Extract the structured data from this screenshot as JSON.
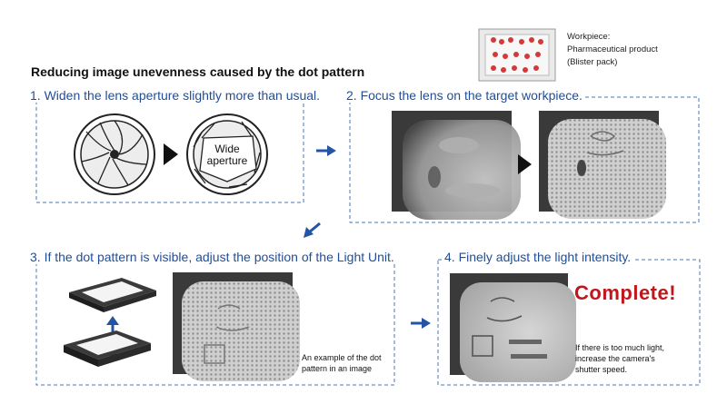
{
  "title": "Reducing image unevenness caused by the dot pattern",
  "workpiece": {
    "line1": "Workpiece:",
    "line2": "Pharmaceutical product",
    "line3": "(Blister pack)"
  },
  "steps": [
    {
      "label": "1. Widen the lens aperture slightly more than usual.",
      "aperture_text_1": "Wide",
      "aperture_text_2": "aperture"
    },
    {
      "label": "2. Focus the lens on the target workpiece."
    },
    {
      "label": "3. If the dot pattern is visible, adjust the position of the Light Unit.",
      "caption_1": "An example of the dot",
      "caption_2": "pattern in an image"
    },
    {
      "label": "4. Finely adjust the light intensity.",
      "complete": "Complete!",
      "note_1": "If there is too much light,",
      "note_2": "increase the camera's",
      "note_3": "shutter speed."
    }
  ],
  "colors": {
    "accent": "#1f4e9a",
    "arrow": "#2455a4",
    "complete": "#c0161e"
  }
}
